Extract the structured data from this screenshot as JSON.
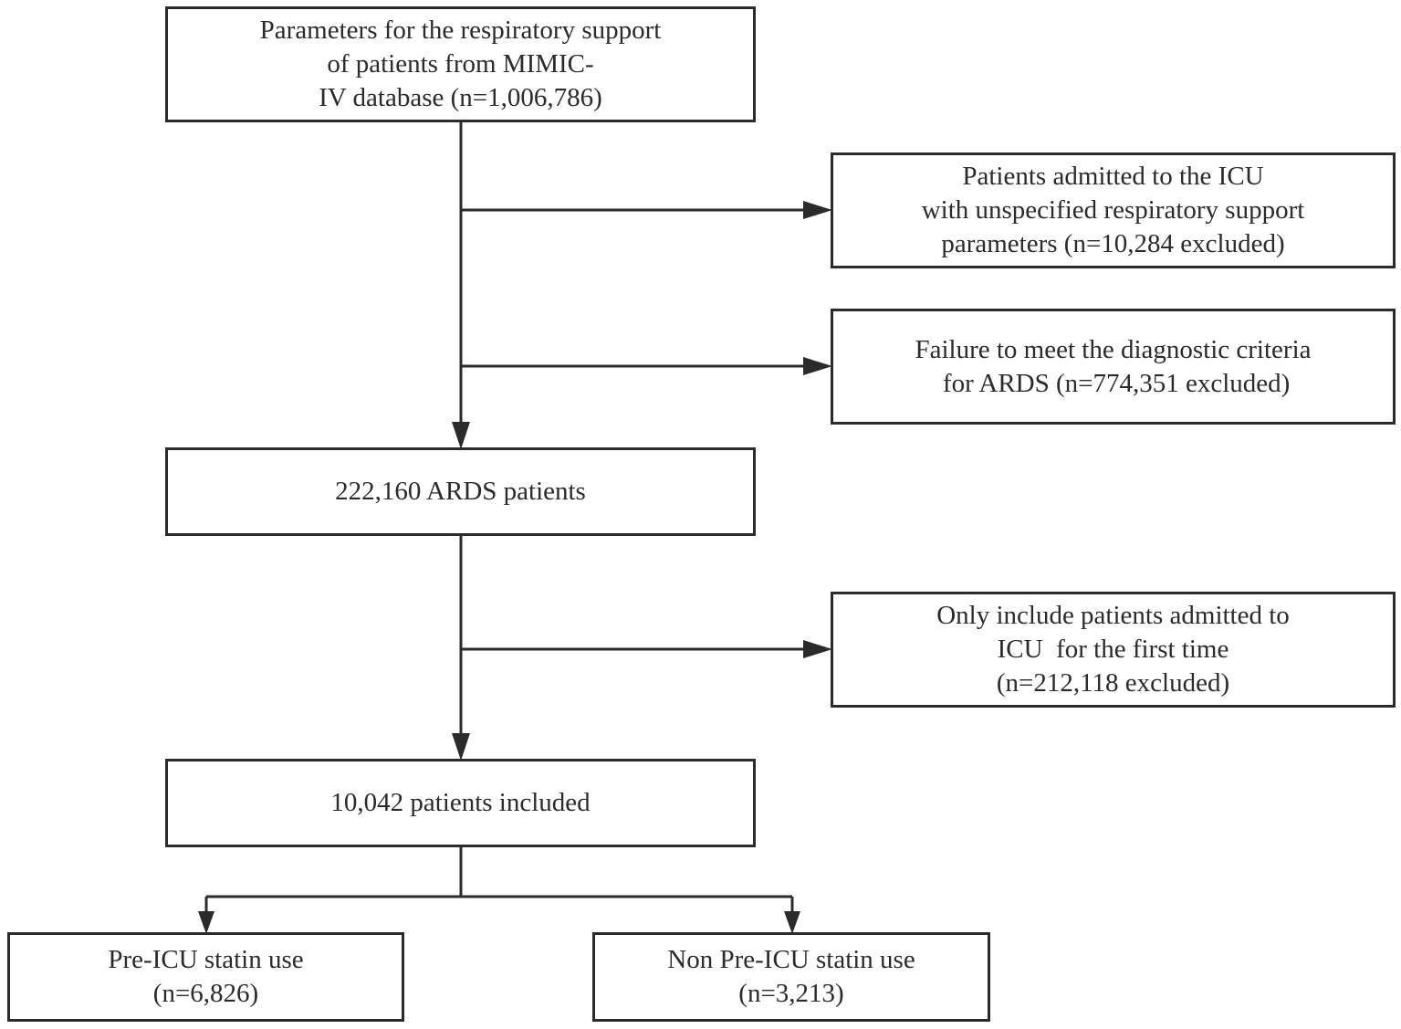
{
  "boxes": {
    "source": {
      "lines": [
        "Parameters for the respiratory support",
        "of patients from MIMIC-",
        "IV database (n=1,006,786)"
      ]
    },
    "excl_unspecified": {
      "lines": [
        "Patients admitted to the ICU",
        "with unspecified respiratory support",
        "parameters (n=10,284 excluded)"
      ]
    },
    "excl_criteria": {
      "lines": [
        "Failure to meet the diagnostic criteria",
        " for ARDS (n=774,351 excluded)"
      ]
    },
    "ards": {
      "lines": [
        "222,160 ARDS patients"
      ]
    },
    "excl_first_time": {
      "lines": [
        "Only include patients admitted to",
        "ICU  for the first time",
        "(n=212,118 excluded)"
      ]
    },
    "included": {
      "lines": [
        "10,042 patients included"
      ]
    },
    "statin": {
      "lines": [
        "Pre-ICU statin use",
        "(n=6,826)"
      ]
    },
    "non_statin": {
      "lines": [
        "Non Pre-ICU statin use",
        "(n=3,213)"
      ]
    }
  },
  "colors": {
    "stroke": "#2b2b2b",
    "background": "#ffffff"
  }
}
